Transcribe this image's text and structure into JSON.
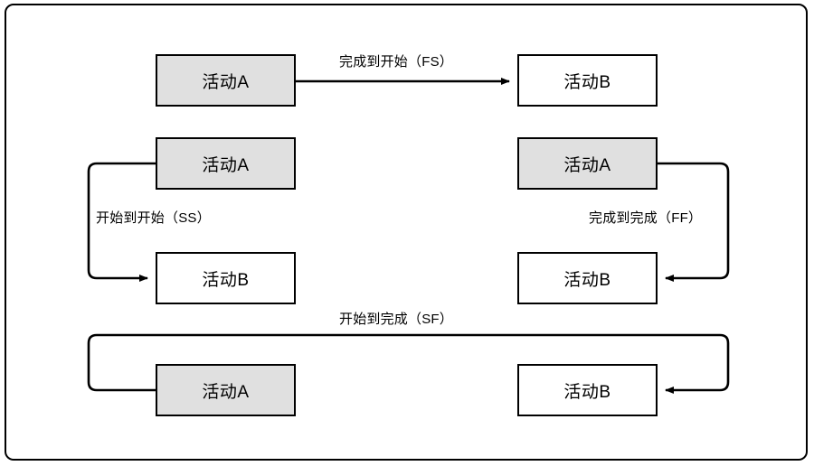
{
  "diagram": {
    "title": "",
    "frame": {
      "stroke": "#000000",
      "radius": 10
    },
    "colors": {
      "shaded_fill": "#e0e0e0",
      "plain_fill": "#ffffff",
      "stroke": "#000000",
      "background": "#ffffff"
    },
    "relations": [
      {
        "id": "fs",
        "label": "完成到开始（FS）",
        "code": "FS",
        "from": {
          "label": "活动A",
          "shaded": true
        },
        "to": {
          "label": "活动B",
          "shaded": false
        }
      },
      {
        "id": "ss",
        "label": "开始到开始（SS）",
        "code": "SS",
        "from": {
          "label": "活动A",
          "shaded": true
        },
        "to": {
          "label": "活动B",
          "shaded": false
        }
      },
      {
        "id": "ff",
        "label": "完成到完成（FF）",
        "code": "FF",
        "from": {
          "label": "活动A",
          "shaded": true
        },
        "to": {
          "label": "活动B",
          "shaded": false
        }
      },
      {
        "id": "sf",
        "label": "开始到完成（SF）",
        "code": "SF",
        "from": {
          "label": "活动A",
          "shaded": true
        },
        "to": {
          "label": "活动B",
          "shaded": false
        }
      }
    ]
  }
}
